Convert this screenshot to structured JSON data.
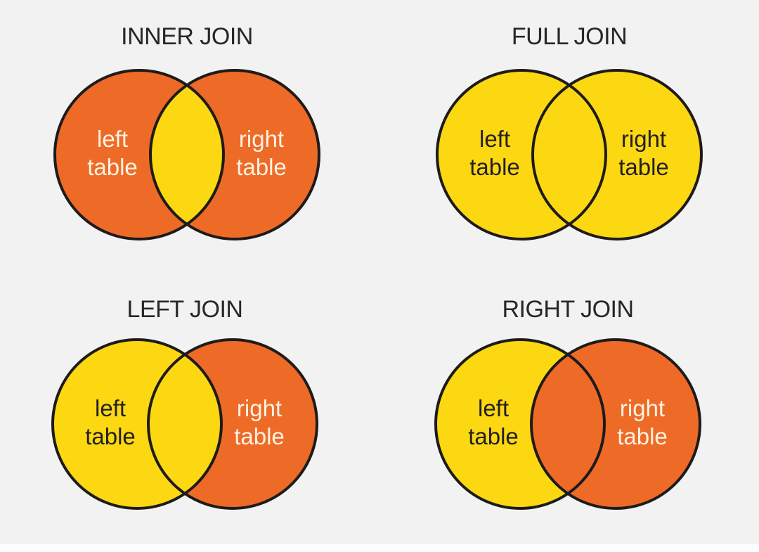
{
  "page": {
    "background_color": "#F2F2F2",
    "footer_strip_color": "#FDFDFD"
  },
  "colors": {
    "orange": "#EE6A27",
    "yellow": "#FCD813",
    "outline": "#1E1B1A",
    "title_text": "#2A2627",
    "label_on_orange": "#FDF2E2",
    "label_on_yellow": "#242021"
  },
  "diagrams": [
    {
      "title": "INNER JOIN",
      "left_label": "left table",
      "right_label": "right table",
      "left_fill": "orange",
      "right_fill": "orange",
      "intersection_fill": "yellow",
      "left_label_color": "label_on_orange",
      "right_label_color": "label_on_orange"
    },
    {
      "title": "FULL JOIN",
      "left_label": "left table",
      "right_label": "right table",
      "left_fill": "yellow",
      "right_fill": "yellow",
      "intersection_fill": "yellow",
      "left_label_color": "label_on_yellow",
      "right_label_color": "label_on_yellow"
    },
    {
      "title": "LEFT JOIN",
      "left_label": "left table",
      "right_label": "right table",
      "left_fill": "yellow",
      "right_fill": "orange",
      "intersection_fill": "yellow",
      "left_label_color": "label_on_yellow",
      "right_label_color": "label_on_orange"
    },
    {
      "title": "RIGHT JOIN",
      "left_label": "left table",
      "right_label": "right table",
      "left_fill": "yellow",
      "right_fill": "orange",
      "intersection_fill": "orange",
      "left_label_color": "label_on_yellow",
      "right_label_color": "label_on_orange"
    }
  ]
}
